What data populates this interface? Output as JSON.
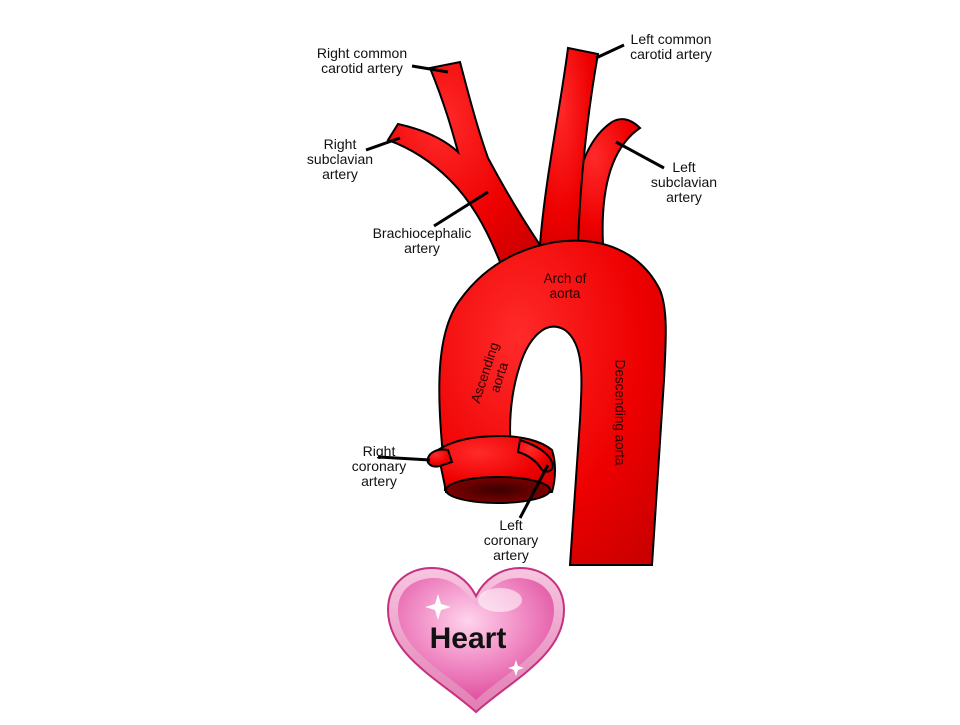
{
  "labels": {
    "right_common_carotid": [
      "Right common",
      "carotid artery"
    ],
    "left_common_carotid": [
      "Left common",
      "carotid artery"
    ],
    "right_subclavian": [
      "Right",
      "subclavian",
      "artery"
    ],
    "left_subclavian": [
      "Left",
      "subclavian",
      "artery"
    ],
    "brachiocephalic": [
      "Brachiocephalic",
      "artery"
    ],
    "arch_of_aorta": [
      "Arch of",
      "aorta"
    ],
    "ascending_aorta": [
      "Ascending",
      "aorta"
    ],
    "descending_aorta": "Descending aorta",
    "right_coronary": [
      "Right",
      "coronary",
      "artery"
    ],
    "left_coronary": [
      "Left",
      "coronary",
      "artery"
    ]
  },
  "badge": {
    "text": "Heart",
    "icon": "heart-icon"
  },
  "colors": {
    "artery_fill": "#ee0000",
    "artery_outline": "#000000",
    "heart_pink": "#e85aa8",
    "heart_border": "#f3a9cf"
  }
}
